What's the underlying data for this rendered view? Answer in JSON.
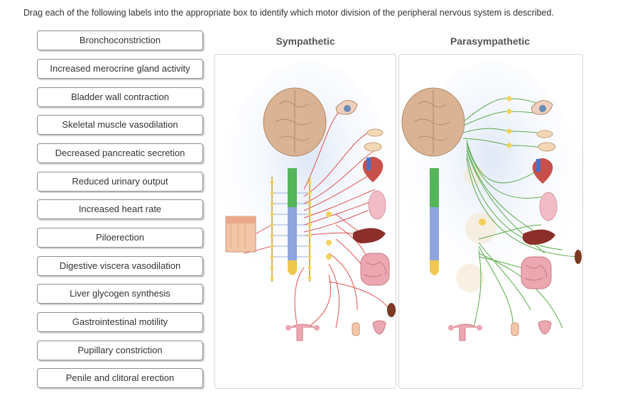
{
  "instructions": "Drag each of the following labels into the appropriate box to identify which motor division of the peripheral nervous system is described.",
  "labels": [
    "Bronchoconstriction",
    "Increased merocrine gland activity",
    "Bladder wall contraction",
    "Skeletal muscle vasodilation",
    "Decreased pancreatic secretion",
    "Reduced urinary output",
    "Increased heart rate",
    "Piloerection",
    "Digestive viscera vasodilation",
    "Liver glycogen synthesis",
    "Gastrointestinal motility",
    "Pupillary constriction",
    "Penile and clitoral erection"
  ],
  "columns": {
    "sympathetic": "Sympathetic",
    "parasympathetic": "Parasympathetic"
  },
  "colors": {
    "sympathetic_nerve": "#e05050",
    "parasympathetic_nerve": "#5aaa4a",
    "ganglion": "#f2d25a",
    "cord_cervical": "#55b55a",
    "cord_thoracic": "#8fa5dd",
    "cord_sacral": "#f0c850",
    "brain": "#d9b393",
    "panel_border": "#d6d6d6"
  },
  "icons": {
    "brain": "brain-icon",
    "spinal_cord": "spinal-cord-icon",
    "eye": "eye-icon",
    "heart": "heart-icon",
    "lungs": "lungs-icon",
    "liver": "liver-icon",
    "intestines": "intestines-icon",
    "kidney": "kidney-icon",
    "skin": "skin-icon",
    "reproductive": "reproductive-organs-icon"
  }
}
